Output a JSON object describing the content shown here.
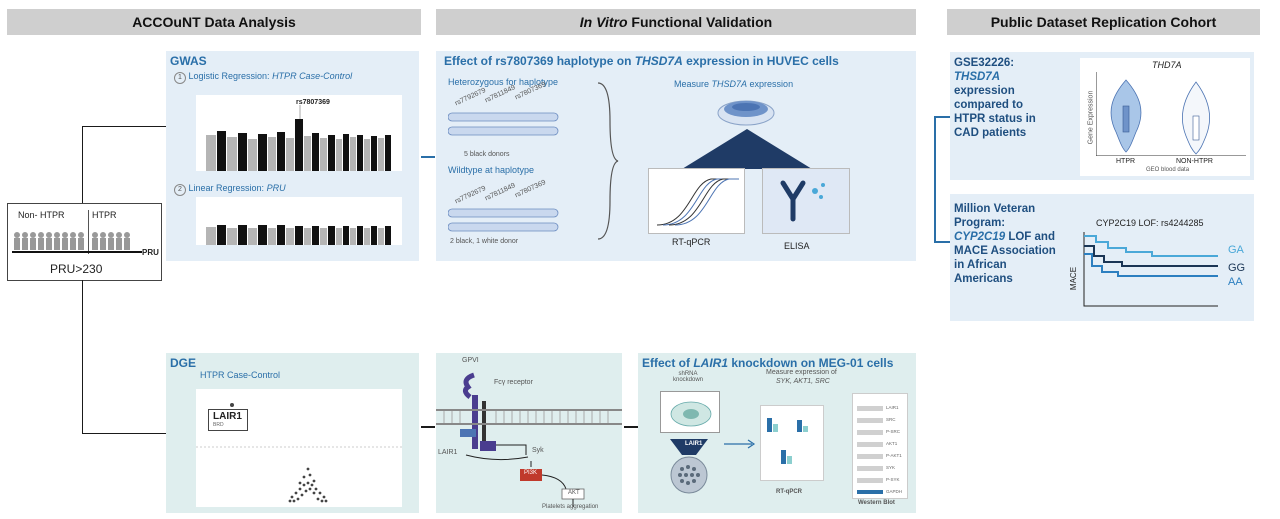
{
  "headers": {
    "left": "ACCOuNT Data Analysis",
    "middle_italic": "In Vitro",
    "middle_rest": " Functional Validation",
    "right": "Public Dataset Replication Cohort"
  },
  "patients": {
    "non_htpr": "Non- HTPR",
    "htpr": "HTPR",
    "pru_tag": "PRU",
    "pru_threshold": "PRU>230"
  },
  "gwas": {
    "title": "GWAS",
    "step1_num": "1",
    "step1_label": "Logistic Regression: ",
    "step1_italic": "HTPR Case-Control",
    "snp_label": "rs7807369",
    "step2_num": "2",
    "step2_label": "Linear Regression: ",
    "step2_italic": "PRU"
  },
  "huvec": {
    "title_pre": "Effect of rs7807369 haplotype on ",
    "title_gene": "THSD7A",
    "title_post": " expression in HUVEC cells",
    "het_label": "Heterozygous for haplotype",
    "snps": [
      "rs7792679",
      "rs7811849",
      "rs7807369"
    ],
    "het_donors": "5 black donors",
    "wt_label": "Wildtype at haplotype",
    "wt_donors": "2 black, 1 white donor",
    "measure_pre": "Measure ",
    "measure_gene": "THSD7A",
    "measure_post": " expression",
    "method1": "RT-qPCR",
    "method2": "ELISA"
  },
  "gse": {
    "title_line1": "GSE32226:",
    "title_gene": "THSD7A",
    "title_rest": "expression compared to HTPR status in CAD patients",
    "plot_title": "THD7A",
    "ylabel": "Gene Expression",
    "cat1": "HTPR",
    "cat2": "NON-HTPR",
    "xlabel": "GEO blood data"
  },
  "mvp": {
    "title_line1": "Million Veteran Program:",
    "title_gene": "CYP2C19",
    "title_rest": " LOF and MACE Association in African Americans",
    "plot_title": "CYP2C19 LOF: rs4244285",
    "ylabel": "MACE",
    "curves": [
      {
        "name": "GA",
        "color": "#4aa8d8"
      },
      {
        "name": "GG",
        "color": "#1a3555"
      },
      {
        "name": "AA",
        "color": "#2c7fc0"
      }
    ]
  },
  "dge": {
    "title": "DGE",
    "subtitle": "HTPR Case-Control",
    "gene_box": "LAIR1",
    "gene_box_sub": "BRD"
  },
  "pathway": {
    "gpvi": "GPVI",
    "fc_receptor": "Fcγ receptor",
    "lair1": "LAIR1",
    "syk": "Syk",
    "pi3k": "PI3K",
    "akt": "AKT",
    "outcome": "Platelets aggregation"
  },
  "meg": {
    "title_pre": "Effect of ",
    "title_gene": "LAIR1",
    "title_post": " knockdown on  MEG-01 cells",
    "shrna": "shRNA knockdown",
    "measure_line1": "Measure expression of",
    "measure_genes": "SYK, AKT1, SRC",
    "lair1_label": "LAIR1",
    "rtqpcr": "RT-qPCR",
    "western": "Western Blot",
    "wb_rows": [
      "LAIR1",
      "SRC",
      "P-SRC",
      "AKT1",
      "P-AKT1",
      "SYK",
      "P-SYK",
      "GAPDH"
    ]
  },
  "colors": {
    "header_bg": "#cfcfcf",
    "panel_blue": "#e4eef7",
    "panel_green": "#dfeeee",
    "title_blue": "#2a6fa8"
  }
}
